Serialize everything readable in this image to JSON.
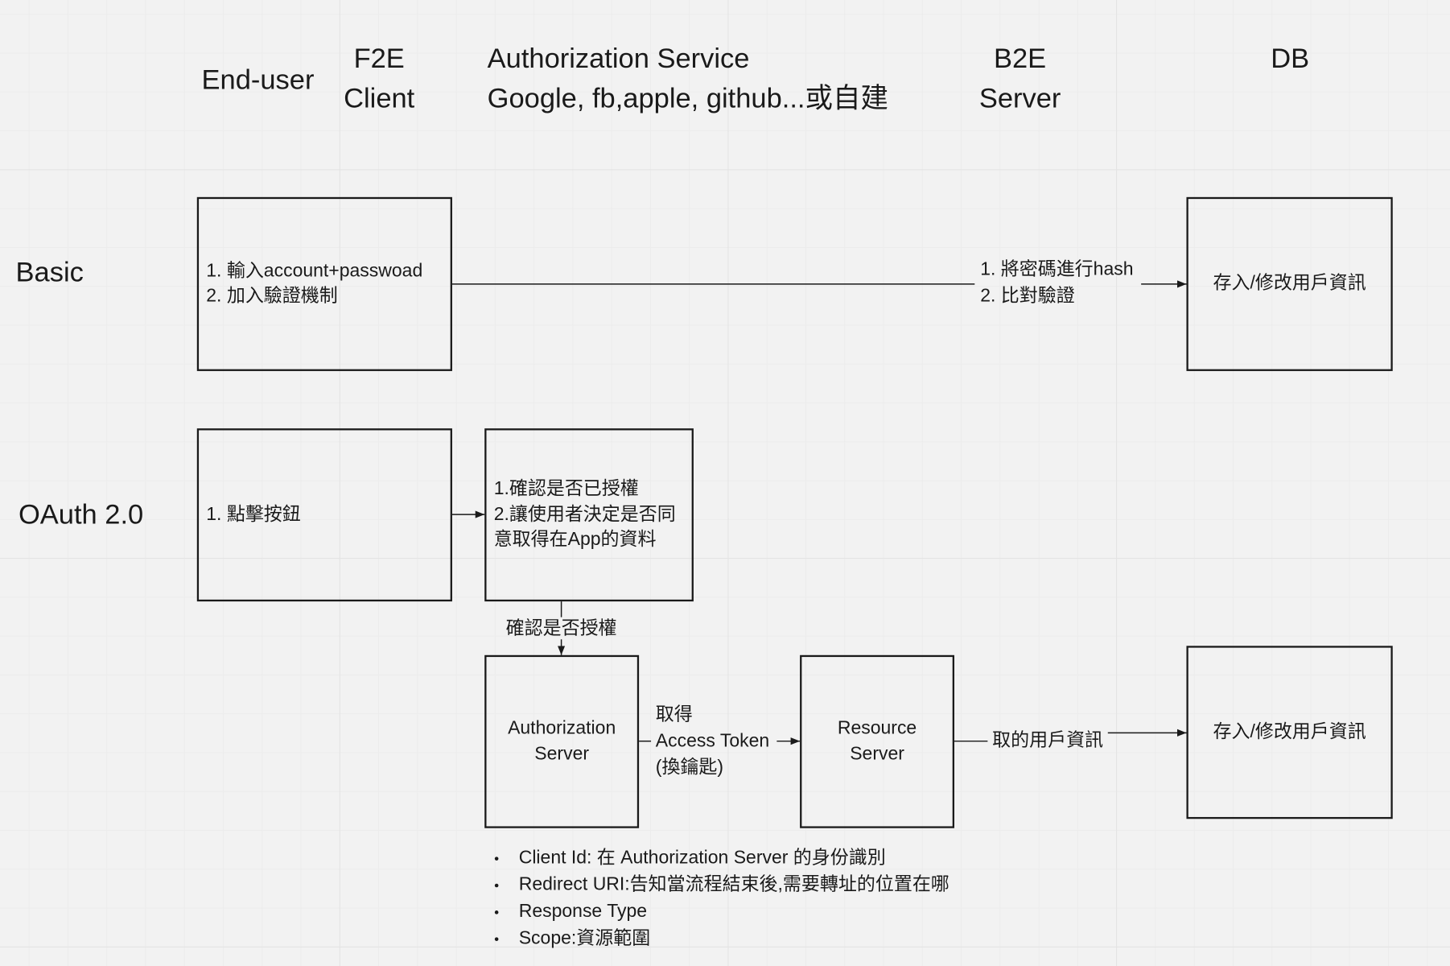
{
  "headers": {
    "end_user": "End-user",
    "f2e": [
      "F2E",
      "Client"
    ],
    "authorization_service": [
      "Authorization Service",
      "Google, fb,apple, github...或自建"
    ],
    "b2e": [
      "B2E",
      "Server"
    ],
    "db": "DB"
  },
  "rows": {
    "basic": "Basic",
    "oauth": "OAuth 2.0"
  },
  "basic_flow": {
    "client_box": [
      "1. 輸入account+passwoad",
      "2. 加入驗證機制"
    ],
    "server_note": [
      "1. 將密碼進行hash",
      "2. 比對驗證"
    ],
    "db_box": "存入/修改用戶資訊"
  },
  "oauth_flow": {
    "click_box": "1. 點擊按鈕",
    "consent_box": [
      "1.確認是否已授權",
      "2.讓使用者決定是否同",
      "意取得在App的資料"
    ],
    "confirm_label": "確認是否授權",
    "auth_server_box": [
      "Authorization",
      "Server"
    ],
    "token_label": [
      "取得",
      "Access Token",
      "(換鑰匙)"
    ],
    "resource_server_box": [
      "Resource",
      "Server"
    ],
    "user_info_label": "取的用戶資訊",
    "db_box": "存入/修改用戶資訊",
    "params": [
      "Client Id: 在 Authorization Server 的身份識別",
      "Redirect URI:告知當流程結束後,需要轉址的位置在哪",
      "Response Type",
      "Scope:資源範圍"
    ]
  },
  "colors": {
    "background": "#f2f2f2",
    "ink": "#1a1a1a",
    "grid": "#e3e3e3"
  }
}
